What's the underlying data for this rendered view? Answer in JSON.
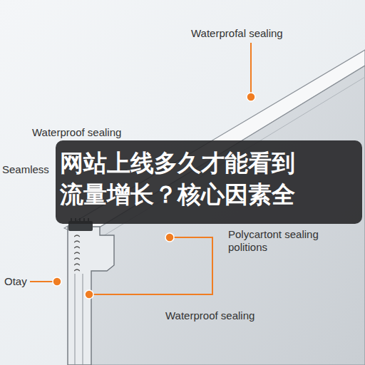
{
  "diagram": {
    "nodes": [
      {
        "text": [
          "网站上线多久才能看到流量增长？核心因素全"
        ]
      }
    ],
    "labels": [
      "Waterprofal sealing",
      "Waterproof sealing",
      "Seamless",
      "Polycartont sealing politions",
      "Otay",
      "Waterproof sealing"
    ]
  }
}
